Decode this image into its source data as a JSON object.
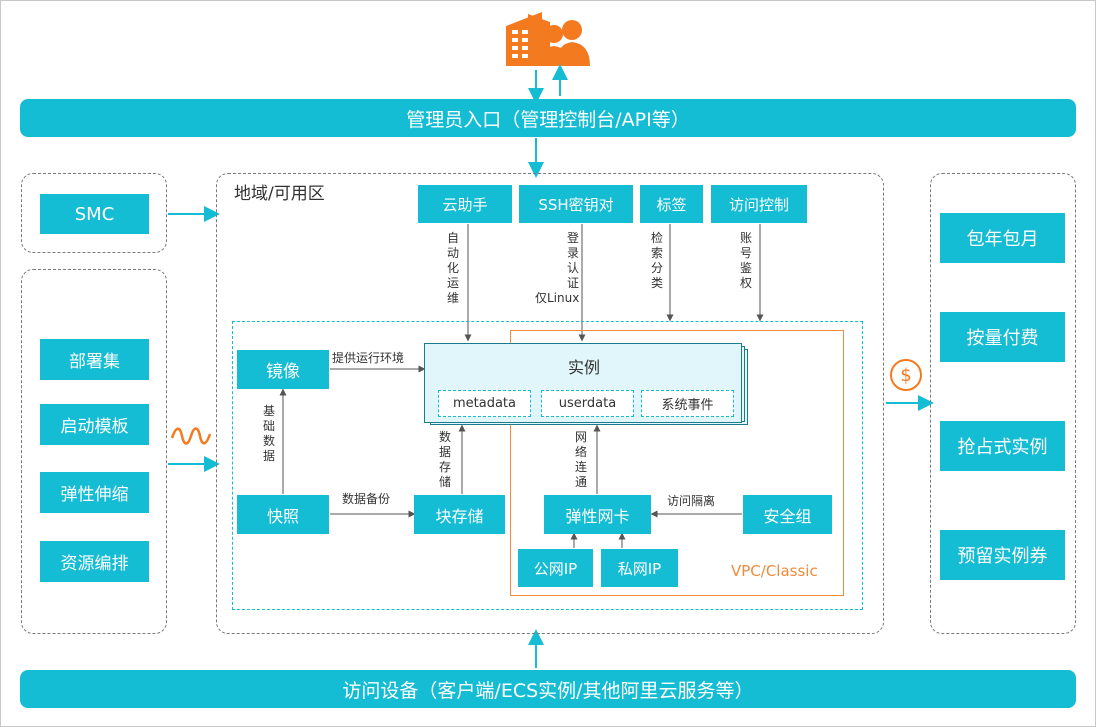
{
  "top_bar": {
    "label": "管理员入口（管理控制台/API等）"
  },
  "bottom_bar": {
    "label": "访问设备（客户端/ECS实例/其他阿里云服务等）"
  },
  "left": {
    "smc": "SMC",
    "items": [
      "部署集",
      "启动模板",
      "弹性伸缩",
      "资源编排"
    ]
  },
  "region": {
    "title": "地域/可用区",
    "top_services": [
      "云助手",
      "SSH密钥对",
      "标签",
      "访问控制"
    ],
    "top_service_notes": [
      "自动化运维",
      "登录认证",
      "检索分类",
      "账号鉴权"
    ],
    "ssh_extra_note": "仅Linux",
    "image": "镜像",
    "image_note": "提供运行环境",
    "snapshot": "快照",
    "snapshot_note_vertical": "基础数据",
    "backup_note": "数据备份",
    "block_storage": "块存储",
    "storage_note": "数据存储",
    "instance": {
      "title": "实例",
      "sub": [
        "metadata",
        "userdata",
        "系统事件"
      ]
    },
    "network_note": "网络连通",
    "eni": "弹性网卡",
    "isolation_note": "访问隔离",
    "security_group": "安全组",
    "public_ip": "公网IP",
    "private_ip": "私网IP",
    "vpc_label": "VPC/Classic"
  },
  "right": {
    "items": [
      "包年包月",
      "按量付费",
      "抢占式实例",
      "预留实例券"
    ]
  },
  "icons": {
    "top": "enterprise-users-icon",
    "wave": "wave-icon",
    "dollar": "dollar-icon"
  },
  "colors": {
    "teal": "#14bcd4",
    "orange": "#f08a3c"
  }
}
